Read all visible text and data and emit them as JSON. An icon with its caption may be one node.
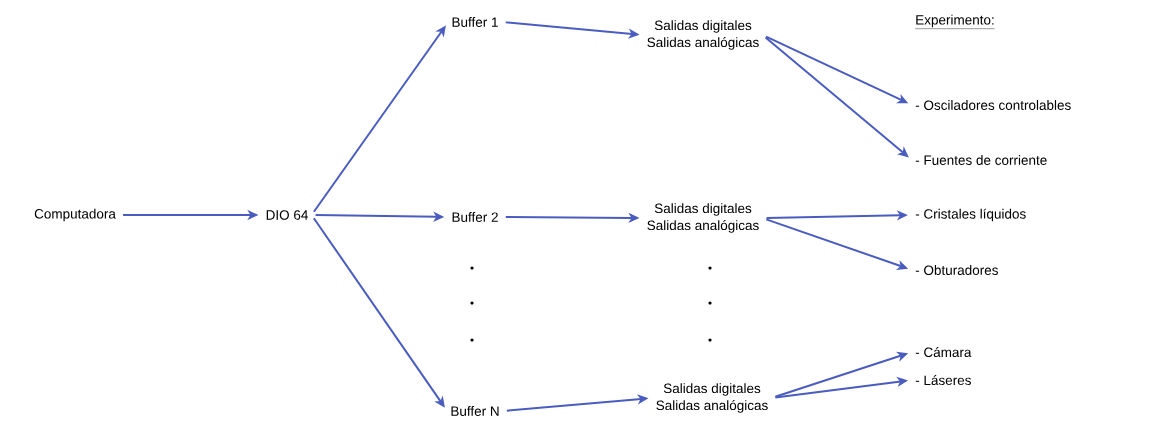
{
  "diagram": {
    "nodes": [
      {
        "text": [
          "Computadora"
        ]
      },
      {
        "text": [
          "DIO 64"
        ]
      },
      {
        "text": [
          "Buffer 1"
        ]
      },
      {
        "text": [
          "Buffer 2"
        ]
      },
      {
        "text": [
          "Buffer N"
        ]
      },
      {
        "text": [
          "Salidas digitales",
          "Salidas analógicas"
        ]
      },
      {
        "text": [
          "Salidas digitales",
          "Salidas analógicas"
        ]
      },
      {
        "text": [
          "Salidas digitales",
          "Salidas analógicas"
        ]
      },
      {
        "text": [
          "- Osciladores controlables"
        ]
      },
      {
        "text": [
          "- Fuentes de corriente"
        ]
      },
      {
        "text": [
          "- Cristales líquidos"
        ]
      },
      {
        "text": [
          "- Obturadores"
        ]
      },
      {
        "text": [
          "- Cámara"
        ]
      },
      {
        "text": [
          "- Láseres"
        ]
      }
    ],
    "edges": [
      {
        "from": 0,
        "to": 1,
        "arrow": "to"
      },
      {
        "from": 1,
        "to": 2,
        "arrow": "to"
      },
      {
        "from": 1,
        "to": 3,
        "arrow": "to"
      },
      {
        "from": 1,
        "to": 4,
        "arrow": "to"
      },
      {
        "from": 2,
        "to": 5,
        "arrow": "to"
      },
      {
        "from": 3,
        "to": 6,
        "arrow": "to"
      },
      {
        "from": 4,
        "to": 7,
        "arrow": "to"
      },
      {
        "from": 5,
        "to": 8,
        "arrow": "to"
      },
      {
        "from": 5,
        "to": 9,
        "arrow": "to"
      },
      {
        "from": 6,
        "to": 10,
        "arrow": "to"
      },
      {
        "from": 6,
        "to": 11,
        "arrow": "to"
      },
      {
        "from": 7,
        "to": 12,
        "arrow": "to"
      },
      {
        "from": 7,
        "to": 13,
        "arrow": "to"
      }
    ],
    "labels": [
      "Experimento:"
    ]
  }
}
